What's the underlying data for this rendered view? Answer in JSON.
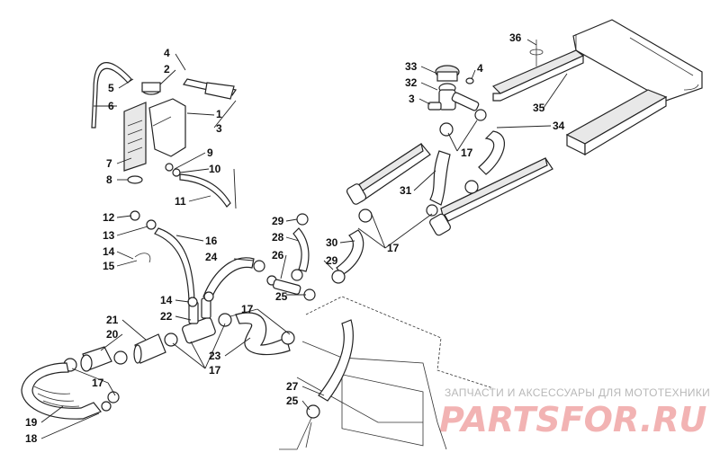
{
  "watermark": {
    "tagline": "ЗАПЧАСТИ И АКСЕССУАРЫ ДЛЯ МОТОТЕХНИКИ",
    "logo": "PARTSFOR.RU"
  },
  "callouts": {
    "c1": "1",
    "c2": "2",
    "c3a": "3",
    "c3b": "3",
    "c4a": "4",
    "c4b": "4",
    "c5": "5",
    "c6": "6",
    "c7": "7",
    "c8": "8",
    "c9": "9",
    "c10": "10",
    "c11": "11",
    "c12": "12",
    "c13": "13",
    "c14a": "14",
    "c14b": "14",
    "c15": "15",
    "c16": "16",
    "c17a": "17",
    "c17b": "17",
    "c17c": "17",
    "c17d": "17",
    "c17e": "17",
    "c18": "18",
    "c19": "19",
    "c20": "20",
    "c21": "21",
    "c22": "22",
    "c23": "23",
    "c24": "24",
    "c25a": "25",
    "c25b": "25",
    "c26": "26",
    "c27": "27",
    "c28": "28",
    "c29a": "29",
    "c29b": "29",
    "c30": "30",
    "c31": "31",
    "c32": "32",
    "c33": "33",
    "c34": "34",
    "c35": "35",
    "c36": "36"
  },
  "colors": {
    "line": "#222222",
    "watermark_text": "#b8b8b8",
    "watermark_logo": "#f2b3b3"
  }
}
